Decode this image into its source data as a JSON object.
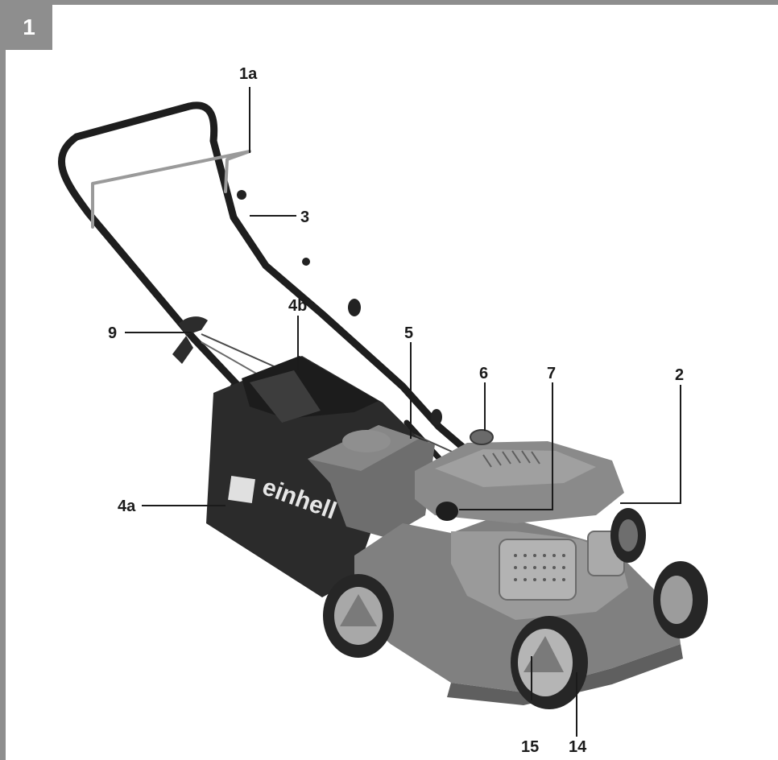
{
  "figure": {
    "number": "1"
  },
  "callouts": {
    "c1a": "1a",
    "c2": "2",
    "c3": "3",
    "c4a": "4a",
    "c4b": "4b",
    "c5": "5",
    "c6": "6",
    "c7": "7",
    "c9": "9",
    "c14": "14",
    "c15": "15"
  },
  "logo": {
    "brand_text": "einhell"
  },
  "colors": {
    "frame": "#8e8e8e",
    "body": "#7d7d7d",
    "dark": "#2a2a2a"
  }
}
